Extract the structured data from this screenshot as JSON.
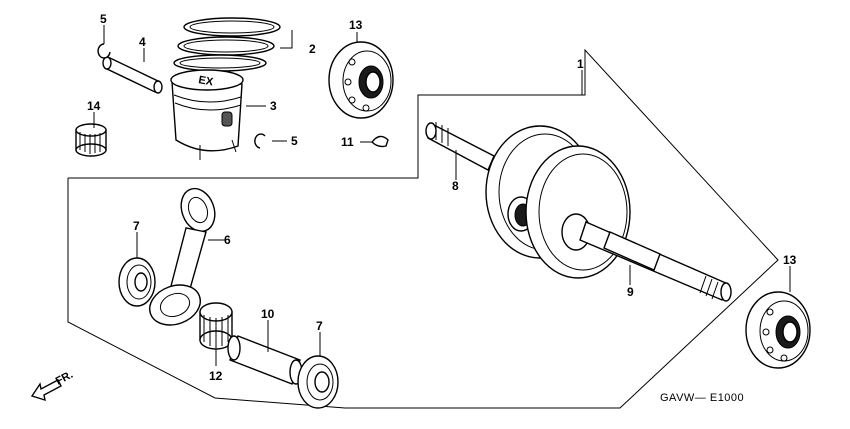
{
  "callouts": [
    {
      "id": "p1",
      "text": "1"
    },
    {
      "id": "p2",
      "text": "2"
    },
    {
      "id": "p3",
      "text": "3"
    },
    {
      "id": "p4",
      "text": "4"
    },
    {
      "id": "p5a",
      "text": "5"
    },
    {
      "id": "p5b",
      "text": "5"
    },
    {
      "id": "p6",
      "text": "6"
    },
    {
      "id": "p7a",
      "text": "7"
    },
    {
      "id": "p7b",
      "text": "7"
    },
    {
      "id": "p8",
      "text": "8"
    },
    {
      "id": "p9",
      "text": "9"
    },
    {
      "id": "p10",
      "text": "10"
    },
    {
      "id": "p11",
      "text": "11"
    },
    {
      "id": "p12",
      "text": "12"
    },
    {
      "id": "p13a",
      "text": "13"
    },
    {
      "id": "p13b",
      "text": "13"
    },
    {
      "id": "p14",
      "text": "14"
    }
  ],
  "diagram_code": "GAVW— E1000",
  "front_marker": "FR."
}
